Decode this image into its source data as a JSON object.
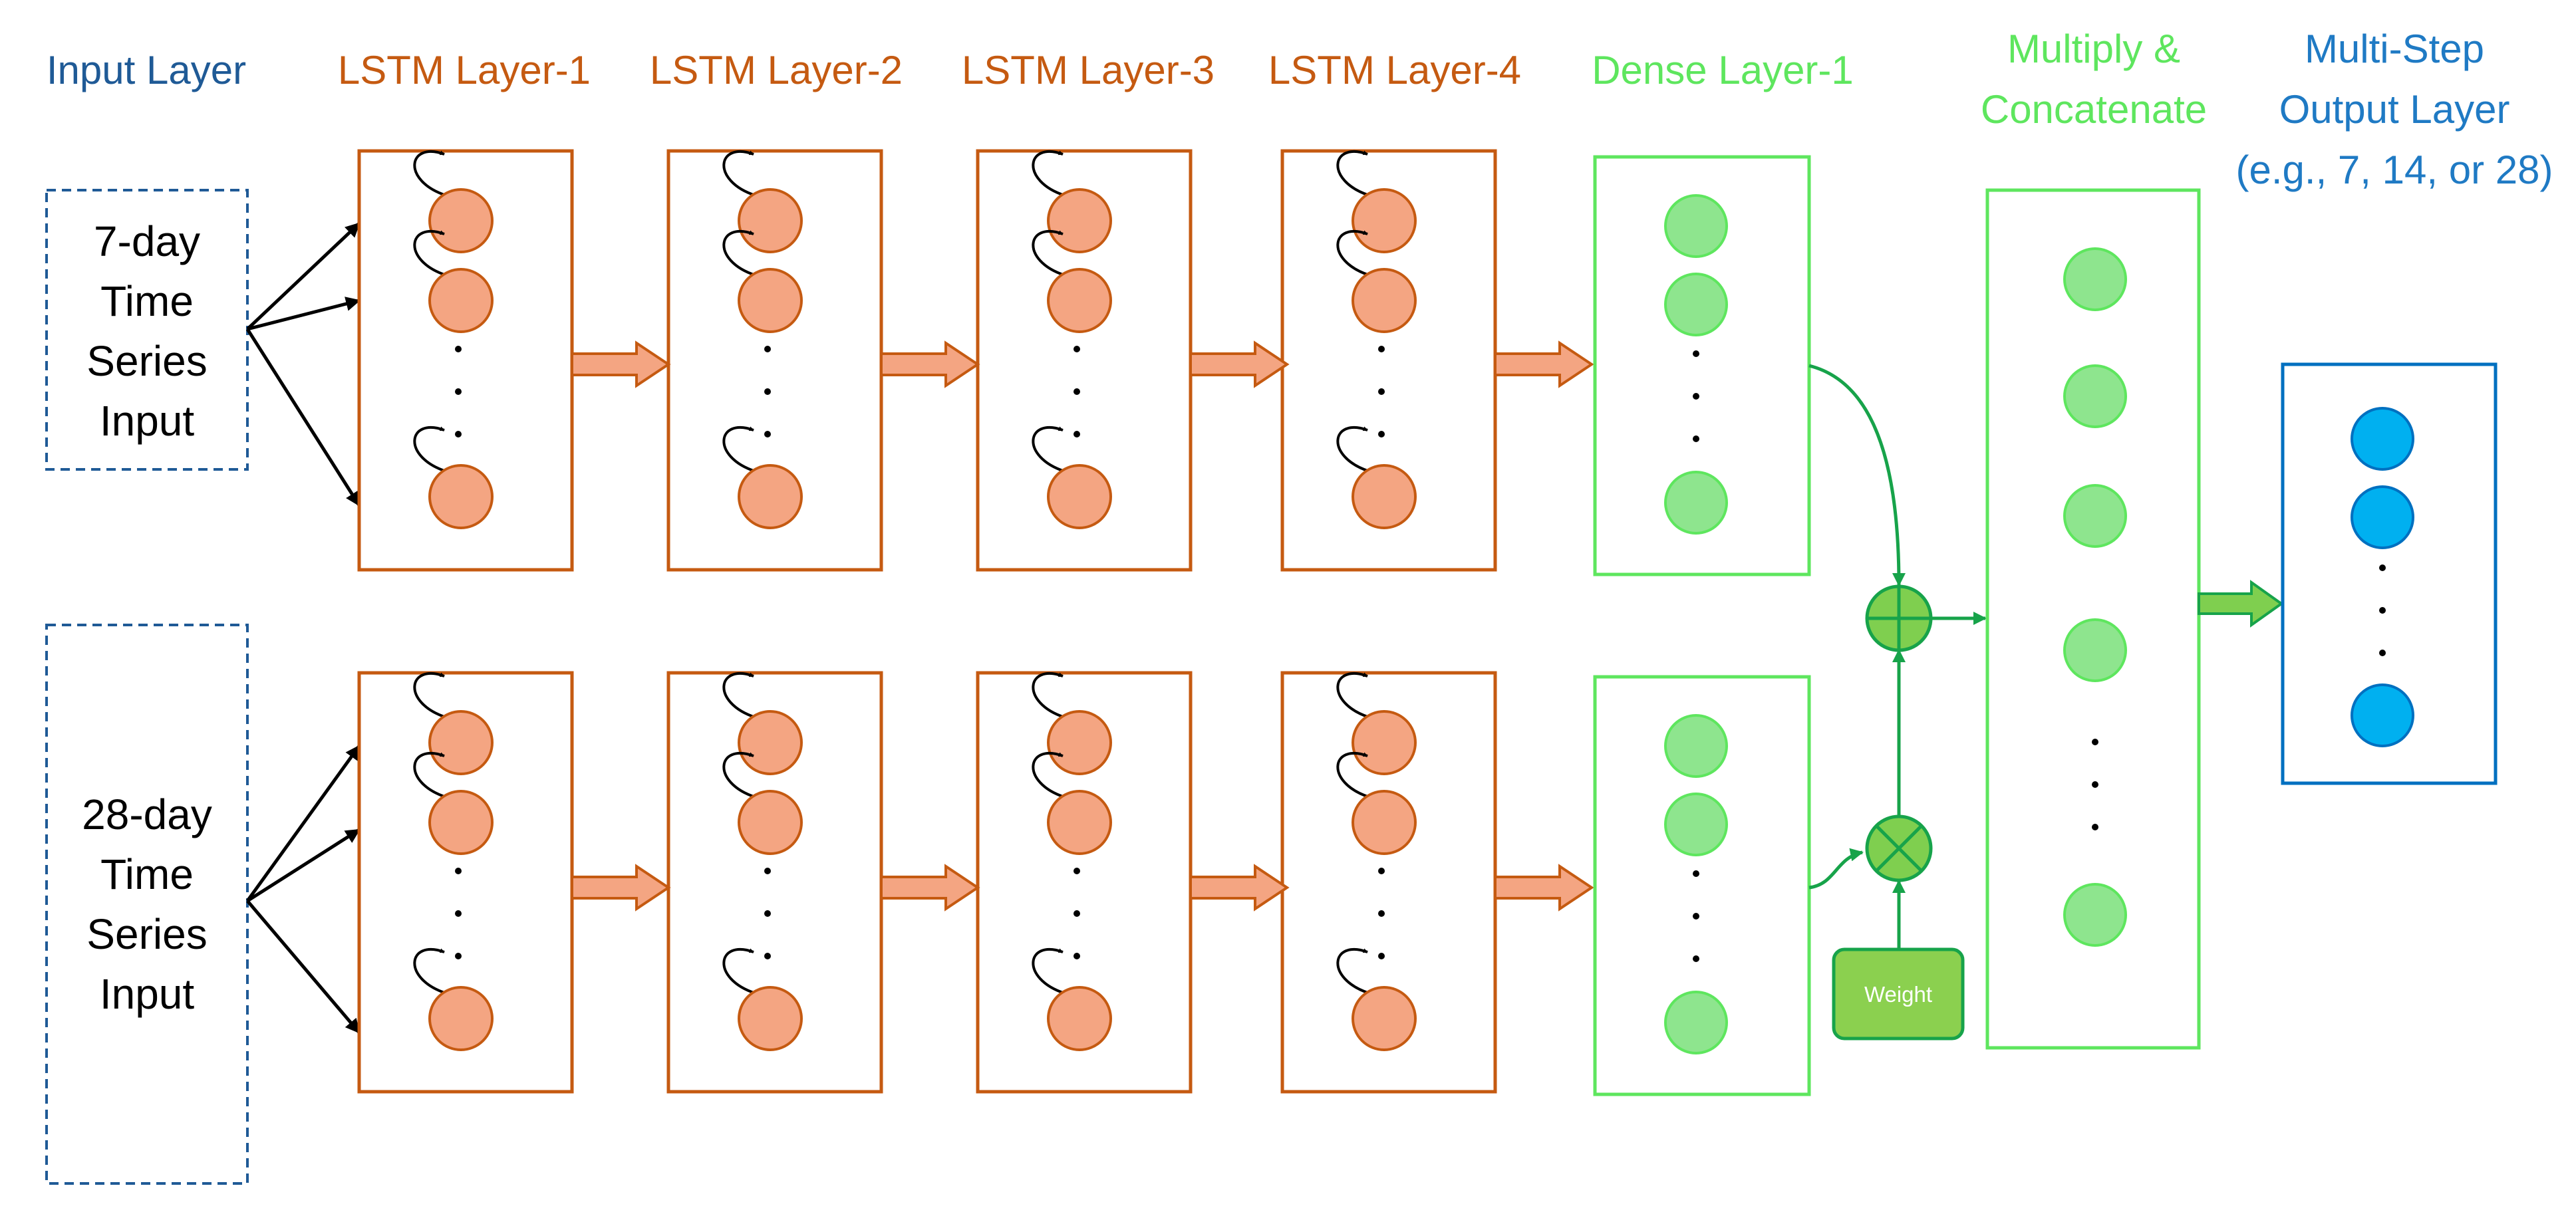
{
  "headers": {
    "input": "Input Layer",
    "lstm1": "LSTM Layer-1",
    "lstm2": "LSTM Layer-2",
    "lstm3": "LSTM Layer-3",
    "lstm4": "LSTM Layer-4",
    "dense1": "Dense Layer-1",
    "multiply_line1": "Multiply &",
    "multiply_line2": "Concatenate",
    "output_line1": "Multi-Step",
    "output_line2": "Output Layer",
    "output_line3": "(e.g., 7, 14, or 28)"
  },
  "inputs": {
    "top": [
      "7-day",
      "Time",
      "Series",
      "Input"
    ],
    "bottom": [
      "28-day",
      "Time",
      "Series",
      "Input"
    ]
  },
  "weight_label": "Weight",
  "colors": {
    "input_blue": "#1f5a96",
    "lstm_orange": "#c55a11",
    "lstm_node_fill": "#f4a582",
    "dense_green": "#5ee65e",
    "dense_node_fill": "#8ee58e",
    "connector_green": "#17a34a",
    "operator_fill": "#7fcf4f",
    "weight_fill": "#8bd04f",
    "output_blue": "#0070c0",
    "output_node_fill": "#00b0f0",
    "output_header_blue": "#1f7ac4"
  },
  "icons": [
    "self-loop-arrow-icon",
    "add-operator-icon",
    "multiply-operator-icon",
    "block-arrow-icon"
  ]
}
